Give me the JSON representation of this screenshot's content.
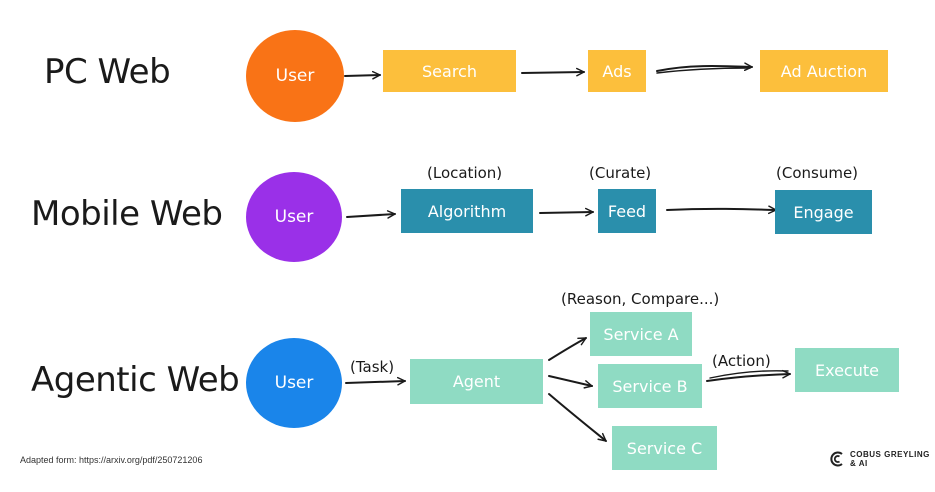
{
  "colors": {
    "pc_user": "#f97316",
    "pc_box": "#fcbf3c",
    "mobile_user": "#9a30e8",
    "mobile_box": "#2a8fac",
    "agentic_user": "#1a85ea",
    "agentic_box": "#8fdbc3",
    "arrow": "#1a1a1a"
  },
  "rows": {
    "pc": {
      "title": "PC Web",
      "user": "User",
      "search": "Search",
      "ads": "Ads",
      "auction": "Ad Auction"
    },
    "mobile": {
      "title": "Mobile Web",
      "user": "User",
      "algorithm": "Algorithm",
      "feed": "Feed",
      "engage": "Engage",
      "note_location": "(Location)",
      "note_curate": "(Curate)",
      "note_consume": "(Consume)"
    },
    "agentic": {
      "title": "Agentic Web",
      "user": "User",
      "agent": "Agent",
      "service_a": "Service A",
      "service_b": "Service B",
      "service_c": "Service C",
      "execute": "Execute",
      "note_task": "(Task)",
      "note_reason": "(Reason, Compare...)",
      "note_action": "(Action)"
    }
  },
  "footer": {
    "source": "Adapted form: https://arxiv.org/pdf/250721206",
    "logo_line1": "COBUS GREYLING",
    "logo_line2": "& AI"
  }
}
